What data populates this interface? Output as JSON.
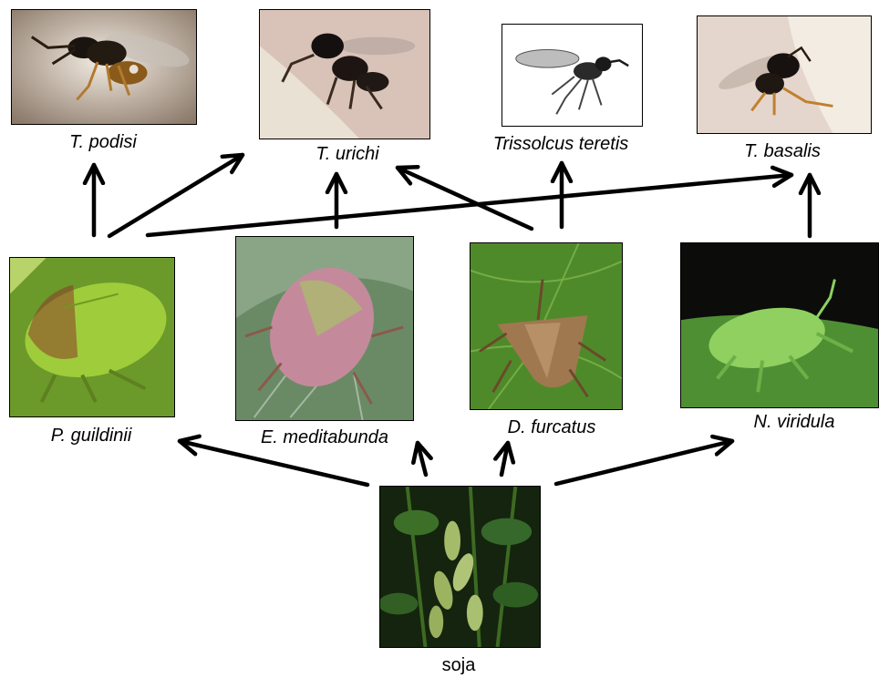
{
  "nodes": {
    "t_podisi": {
      "label": "T. podisi",
      "icon": "wasp-photo"
    },
    "t_urichi": {
      "label": "T. urichi",
      "icon": "wasp-photo"
    },
    "trissolcus_teretis": {
      "label": "Trissolcus teretis",
      "icon": "wasp-drawing"
    },
    "t_basalis": {
      "label": "T. basalis",
      "icon": "wasp-photo"
    },
    "p_guildinii": {
      "label": "P. guildinii",
      "icon": "stink-bug-photo"
    },
    "e_meditabunda": {
      "label": "E. meditabunda",
      "icon": "stink-bug-photo"
    },
    "d_furcatus": {
      "label": "D. furcatus",
      "icon": "stink-bug-photo"
    },
    "n_viridula": {
      "label": "N. viridula",
      "icon": "stink-bug-photo"
    },
    "soja": {
      "label": "soja",
      "icon": "soybean-plant-photo"
    }
  },
  "edges": [
    {
      "from": "soja",
      "to": "p_guildinii"
    },
    {
      "from": "soja",
      "to": "e_meditabunda"
    },
    {
      "from": "soja",
      "to": "d_furcatus"
    },
    {
      "from": "soja",
      "to": "n_viridula"
    },
    {
      "from": "p_guildinii",
      "to": "t_podisi"
    },
    {
      "from": "p_guildinii",
      "to": "t_urichi"
    },
    {
      "from": "p_guildinii",
      "to": "t_basalis"
    },
    {
      "from": "e_meditabunda",
      "to": "t_urichi"
    },
    {
      "from": "d_furcatus",
      "to": "t_urichi"
    },
    {
      "from": "d_furcatus",
      "to": "trissolcus_teretis"
    },
    {
      "from": "n_viridula",
      "to": "t_basalis"
    }
  ],
  "colors": {
    "arrow": "#000000",
    "leaf": "#5a8c3a",
    "background": "#ffffff"
  }
}
